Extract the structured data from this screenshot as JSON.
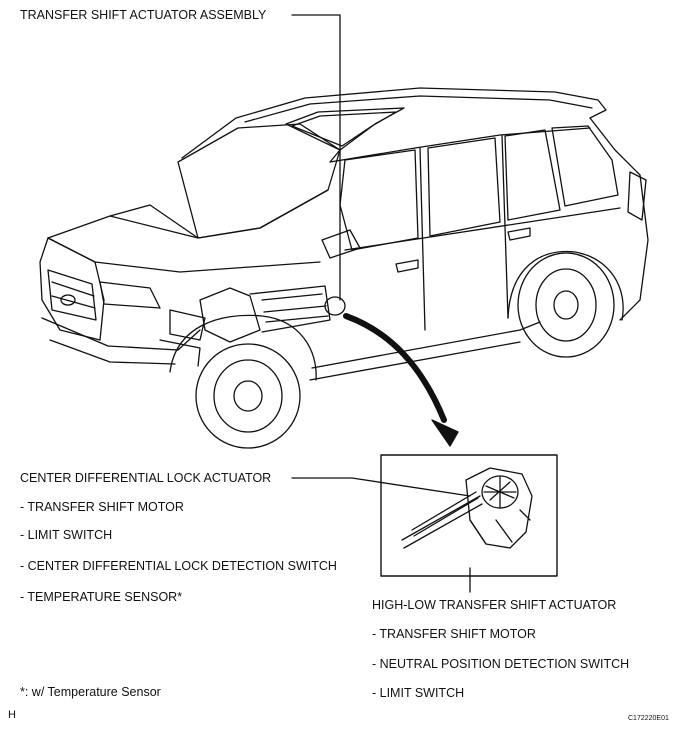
{
  "callouts": {
    "transfer_assembly": "TRANSFER SHIFT ACTUATOR ASSEMBLY",
    "center_diff": {
      "title": "CENTER DIFFERENTIAL LOCK ACTUATOR",
      "items": [
        "- TRANSFER SHIFT MOTOR",
        "- LIMIT SWITCH",
        "- CENTER DIFFERENTIAL LOCK DETECTION SWITCH",
        "- TEMPERATURE SENSOR*"
      ]
    },
    "high_low": {
      "title": "HIGH-LOW TRANSFER SHIFT ACTUATOR",
      "items": [
        "- TRANSFER SHIFT MOTOR",
        "- NEUTRAL POSITION DETECTION SWITCH",
        "- LIMIT SWITCH"
      ]
    }
  },
  "footnote": "*: w/ Temperature Sensor",
  "corner_letter": "H",
  "figure_code": "C172220E01"
}
